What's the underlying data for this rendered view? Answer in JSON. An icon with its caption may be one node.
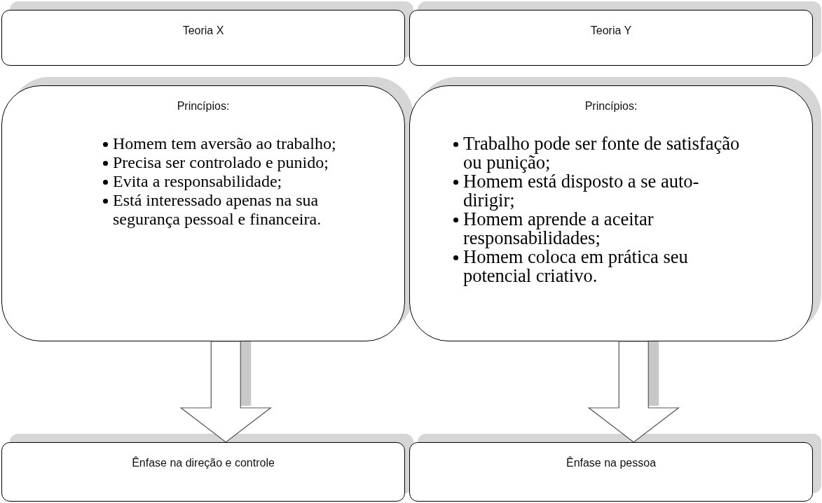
{
  "diagram": {
    "nodes": [
      {
        "text": [
          "Teoria X"
        ]
      },
      {
        "text": [
          "Teoria Y"
        ]
      },
      {
        "text": [
          "Princípios:",
          "Homem tem aversão ao trabalho;",
          "Precisa ser controlado e punido;",
          "Evita a responsabilidade;",
          "Está interessado apenas na sua segurança pessoal e financeira."
        ]
      },
      {
        "text": [
          "Princípios:",
          "Trabalho pode ser fonte de satisfação ou punição;",
          "Homem está disposto a se auto-dirigir;",
          "Homem aprende a aceitar responsabilidades;",
          "Homem coloca em prática seu potencial criativo."
        ]
      },
      {
        "text": [
          "Ênfase na direção e controle"
        ]
      },
      {
        "text": [
          "Ênfase na pessoa"
        ]
      }
    ],
    "edges": [
      {
        "from": 2,
        "to": 4,
        "arrow": "to"
      },
      {
        "from": 3,
        "to": 5,
        "arrow": "to"
      }
    ]
  }
}
